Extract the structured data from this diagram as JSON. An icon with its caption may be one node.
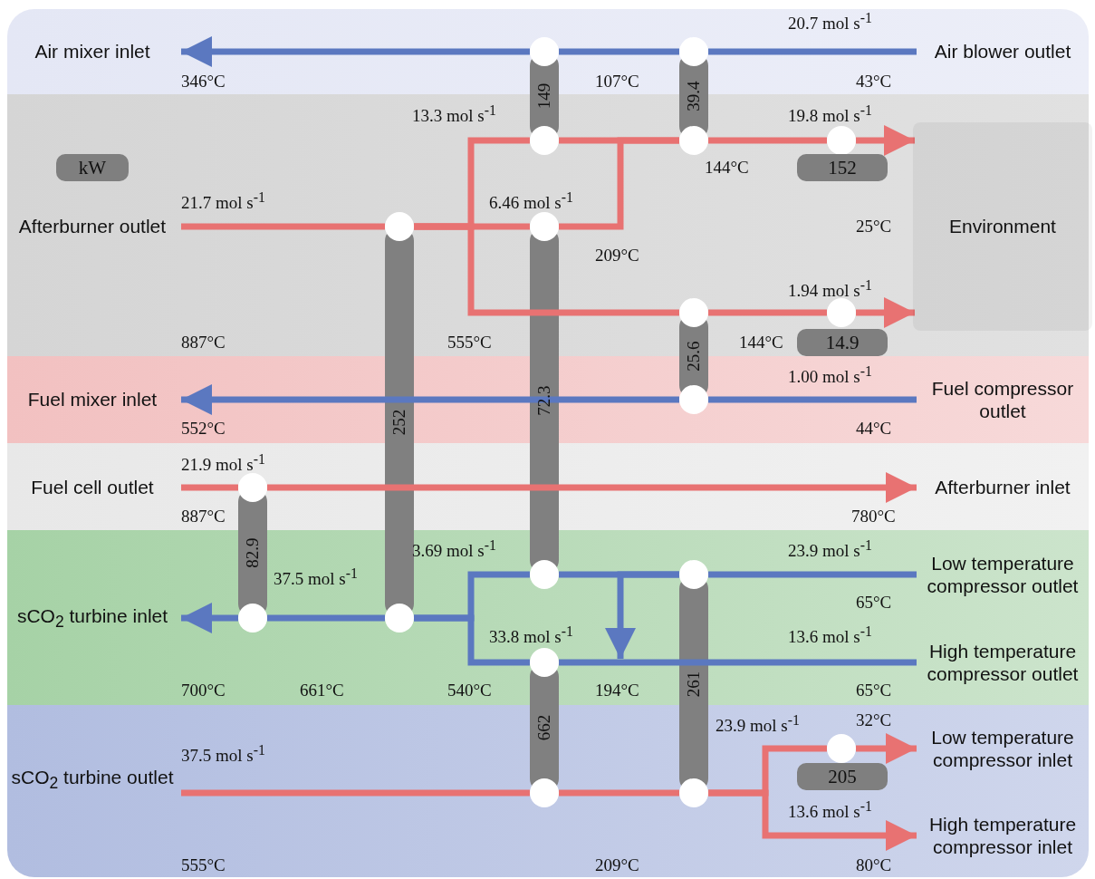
{
  "diagram": {
    "nodes": [
      {
        "text": [
          "Air mixer inlet"
        ]
      },
      {
        "text": [],
        "shape": "circle"
      },
      {
        "text": [],
        "shape": "circle"
      },
      {
        "text": [
          "Air blower outlet"
        ]
      },
      {
        "text": [],
        "shape": "circle"
      },
      {
        "text": [],
        "shape": "circle"
      },
      {
        "text": [],
        "shape": "circle"
      },
      {
        "text": [
          "kW"
        ]
      },
      {
        "text": [
          "152"
        ]
      },
      {
        "text": [
          "Afterburner outlet"
        ]
      },
      {
        "text": [],
        "shape": "circle"
      },
      {
        "text": [],
        "shape": "circle"
      },
      {
        "text": [
          "Environment"
        ]
      },
      {
        "text": [],
        "shape": "circle"
      },
      {
        "text": [],
        "shape": "circle"
      },
      {
        "text": [
          "14.9"
        ]
      },
      {
        "text": [
          "Fuel mixer inlet"
        ]
      },
      {
        "text": [],
        "shape": "circle"
      },
      {
        "text": [
          "Fuel compressor outlet"
        ]
      },
      {
        "text": [
          "Fuel cell outlet"
        ]
      },
      {
        "text": [],
        "shape": "circle"
      },
      {
        "text": [
          "Afterburner inlet"
        ]
      },
      {
        "text": [],
        "shape": "circle"
      },
      {
        "text": [],
        "shape": "circle"
      },
      {
        "text": [
          "Low temperature compressor outlet"
        ]
      },
      {
        "text": [
          "sCO$_{2}$ turbine inlet"
        ]
      },
      {
        "text": [],
        "shape": "circle"
      },
      {
        "text": [],
        "shape": "circle"
      },
      {
        "text": [],
        "shape": "circle"
      },
      {
        "text": [
          "High temperature compressor outlet"
        ]
      },
      {
        "text": [],
        "shape": "circle"
      },
      {
        "text": [
          "Low temperature compressor inlet"
        ]
      },
      {
        "text": [
          "205"
        ]
      },
      {
        "text": [
          "sCO$_{2}$ turbine outlet"
        ]
      },
      {
        "text": [],
        "shape": "circle"
      },
      {
        "text": [],
        "shape": "circle"
      },
      {
        "text": [
          "High temperature compressor inlet"
        ]
      }
    ],
    "edges": [
      {
        "from": 3,
        "to": 2,
        "arrow": "none",
        "color": "#5b78c0"
      },
      {
        "from": 2,
        "to": 1,
        "arrow": "none",
        "color": "#5b78c0"
      },
      {
        "from": 1,
        "to": 0,
        "arrow": "to",
        "color": "#5b78c0"
      },
      {
        "from": 1,
        "to": 4,
        "arrow": "none",
        "label": "149",
        "style": "thick",
        "color": "#808080"
      },
      {
        "from": 2,
        "to": 5,
        "arrow": "none",
        "label": "39.4",
        "style": "thick",
        "color": "#808080"
      },
      {
        "from": 9,
        "to": 10,
        "arrow": "none"
      },
      {
        "from": 10,
        "to": 4,
        "arrow": "none"
      },
      {
        "from": 10,
        "to": 11,
        "arrow": "none"
      },
      {
        "from": 10,
        "to": 13,
        "arrow": "none"
      },
      {
        "from": 4,
        "to": 5,
        "arrow": "none"
      },
      {
        "from": 11,
        "to": 5,
        "arrow": "none"
      },
      {
        "from": 5,
        "to": 6,
        "arrow": "none"
      },
      {
        "from": 6,
        "to": 12,
        "arrow": "to"
      },
      {
        "from": 13,
        "to": 14,
        "arrow": "none"
      },
      {
        "from": 14,
        "to": 12,
        "arrow": "to"
      },
      {
        "from": 10,
        "to": 27,
        "arrow": "none",
        "label": "252",
        "style": "thick",
        "color": "#808080"
      },
      {
        "from": 11,
        "to": 22,
        "arrow": "none",
        "label": "72.3",
        "style": "thick",
        "color": "#808080"
      },
      {
        "from": 13,
        "to": 17,
        "arrow": "none",
        "label": "25.6",
        "style": "thick",
        "color": "#808080"
      },
      {
        "from": 18,
        "to": 17,
        "arrow": "none",
        "color": "#5b78c0"
      },
      {
        "from": 17,
        "to": 16,
        "arrow": "to",
        "color": "#5b78c0"
      },
      {
        "from": 19,
        "to": 20,
        "arrow": "none"
      },
      {
        "from": 20,
        "to": 21,
        "arrow": "to"
      },
      {
        "from": 20,
        "to": 26,
        "arrow": "none",
        "label": "82.9",
        "style": "thick",
        "color": "#808080"
      },
      {
        "from": 24,
        "to": 23,
        "arrow": "none",
        "color": "#5b78c0"
      },
      {
        "from": 23,
        "to": 22,
        "arrow": "none",
        "color": "#5b78c0"
      },
      {
        "from": 23,
        "to": 28,
        "arrow": "to",
        "color": "#5b78c0"
      },
      {
        "from": 22,
        "to": 27,
        "arrow": "none",
        "color": "#5b78c0"
      },
      {
        "from": 29,
        "to": 28,
        "arrow": "none",
        "color": "#5b78c0"
      },
      {
        "from": 28,
        "to": 27,
        "arrow": "none",
        "color": "#5b78c0"
      },
      {
        "from": 27,
        "to": 26,
        "arrow": "none",
        "color": "#5b78c0"
      },
      {
        "from": 26,
        "to": 25,
        "arrow": "to",
        "color": "#5b78c0"
      },
      {
        "from": 28,
        "to": 34,
        "arrow": "none",
        "label": "662",
        "style": "thick",
        "color": "#808080"
      },
      {
        "from": 23,
        "to": 35,
        "arrow": "none",
        "label": "261",
        "style": "thick",
        "color": "#808080"
      },
      {
        "from": 33,
        "to": 34,
        "arrow": "none"
      },
      {
        "from": 34,
        "to": 35,
        "arrow": "none"
      },
      {
        "from": 35,
        "to": 30,
        "arrow": "none"
      },
      {
        "from": 30,
        "to": 31,
        "arrow": "to"
      },
      {
        "from": 35,
        "to": 36,
        "arrow": "to"
      }
    ],
    "labels": [
      "20.7 mol s$^{-1}$",
      "346°C",
      "107°C",
      "43°C",
      "13.3 mol s$^{-1}$",
      "19.8 mol s$^{-1}$",
      "144°C",
      "21.7 mol s$^{-1}$",
      "6.46 mol s$^{-1}$",
      "25°C",
      "209°C",
      "1.94 mol s$^{-1}$",
      "887°C",
      "555°C",
      "144°C",
      "1.00 mol s$^{-1}$",
      "552°C",
      "44°C",
      "21.9 mol s$^{-1}$",
      "887°C",
      "780°C",
      "3.69 mol s$^{-1}$",
      "23.9 mol s$^{-1}$",
      "37.5 mol s$^{-1}$",
      "65°C",
      "33.8 mol s$^{-1}$",
      "13.6 mol s$^{-1}$",
      "700°C",
      "661°C",
      "540°C",
      "194°C",
      "65°C",
      "23.9 mol s$^{-1}$",
      "32°C",
      "37.5 mol s$^{-1}$",
      "13.6 mol s$^{-1}$",
      "555°C",
      "209°C",
      "80°C"
    ]
  }
}
